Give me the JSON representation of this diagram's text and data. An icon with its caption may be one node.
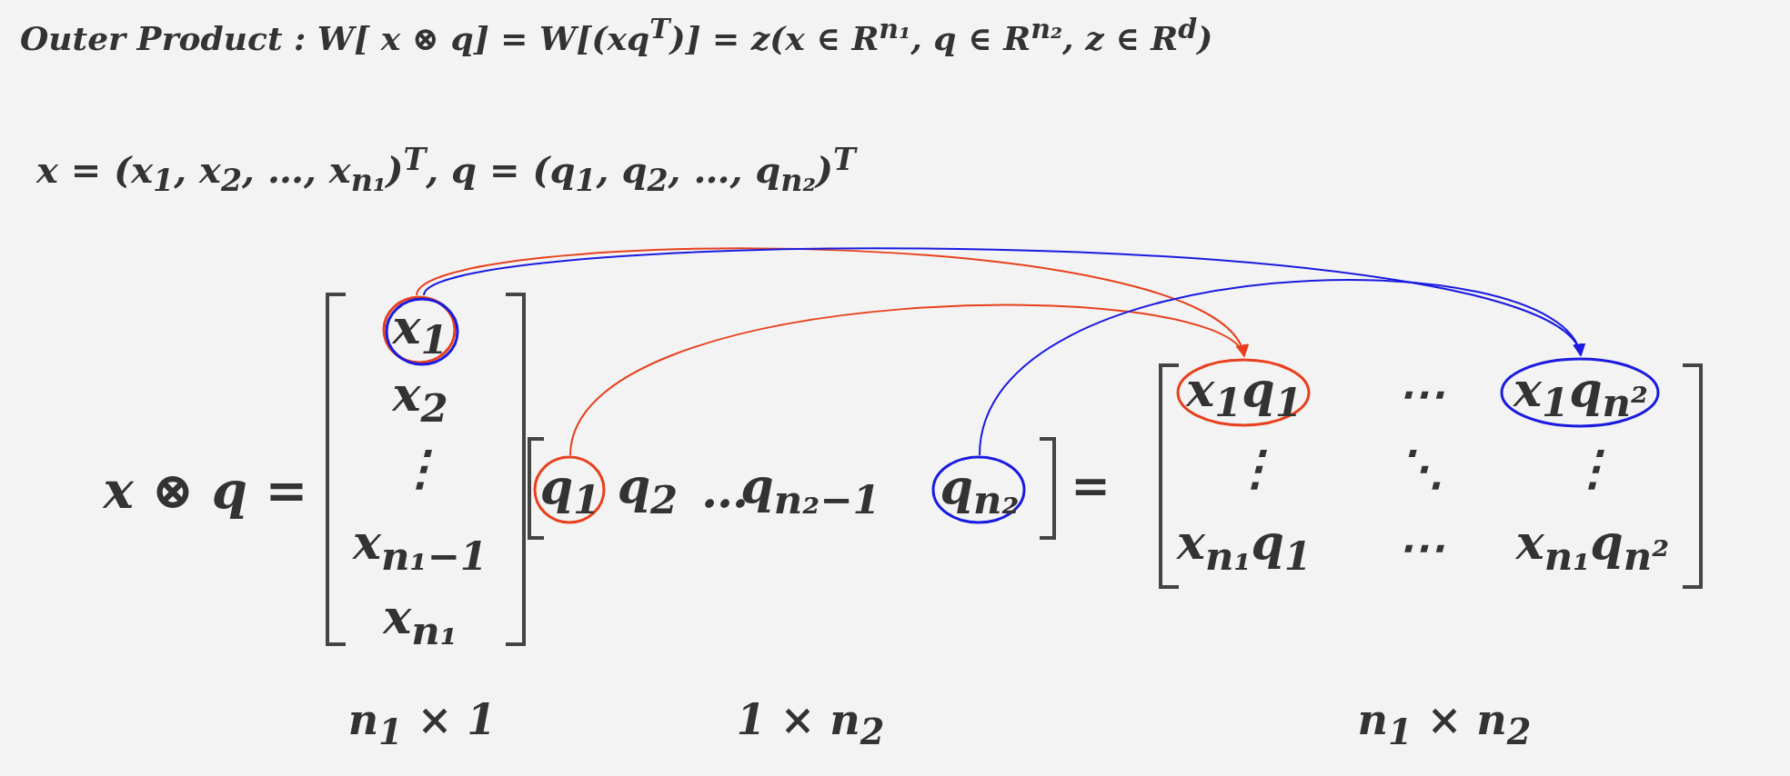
{
  "diagram": {
    "title": "Outer Product : W[ x ⊗ q] = W[(xq$^{T}$)] = z(x ∈ R$^{n₁}$, q ∈ R$^{n₂}$, z ∈ R$^{d}$)",
    "nodes": [
      {
        "text": [
          "x$_{1}$"
        ]
      },
      {
        "text": [
          "q$_{1}$"
        ]
      },
      {
        "text": [
          "q$_{n₂}$"
        ]
      },
      {
        "text": [
          "x$_{1}$q$_{1}$"
        ]
      },
      {
        "text": [
          "x$_{1}$q$_{n²}$"
        ]
      }
    ],
    "edges": [
      {
        "from": 0,
        "to": 3,
        "arrow": "to",
        "color": "#e8401c"
      },
      {
        "from": 0,
        "to": 4,
        "arrow": "to",
        "color": "#1a1ae0"
      },
      {
        "from": 1,
        "to": 3,
        "arrow": "to",
        "color": "#e8401c"
      },
      {
        "from": 2,
        "to": 4,
        "arrow": "to",
        "color": "#1a1ae0"
      }
    ],
    "labels": [
      "x = (x$_{1}$, x$_{2}$, …, x$_{n₁}$)$^{T}$, q = (q$_{1}$, q$_{2}$, …, q$_{n₂}$)$^{T}$",
      "x ⊗ q =",
      "x$_{2}$",
      "⋮",
      "x$_{n₁−1}$",
      "x$_{n₁}$",
      "q$_{2}$",
      "…",
      "q$_{n₂−1}$",
      "=",
      "⋯",
      "⋮",
      "⋱",
      "⋮",
      "x$_{n₁}$q$_{1}$",
      "⋯",
      "x$_{n₁}$q$_{n²}$",
      "n$_{1}$ × 1",
      "1 × n$_{2}$",
      "n$_{1}$ × n$_{2}$"
    ]
  }
}
